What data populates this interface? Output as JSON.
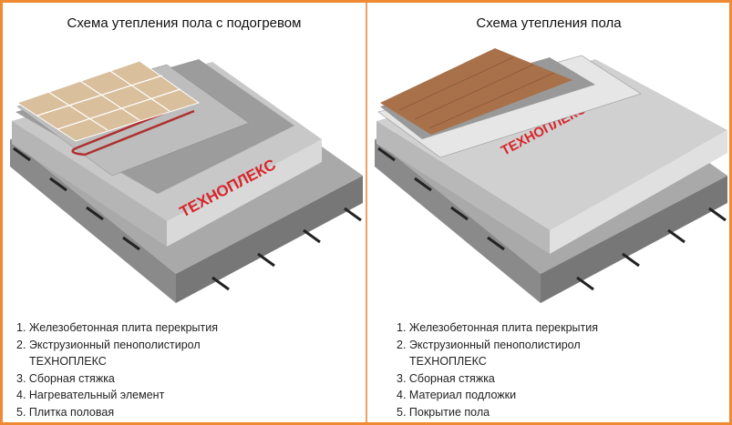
{
  "left": {
    "title": "Схема утепления пола с подогревом",
    "items": [
      "1. Железобетонная плита перекрытия",
      "2. Экструзионный пенополистирол",
      "ТЕХНОПЛЕКС",
      "3. Сборная стяжка",
      "4. Нагревательный элемент",
      "5. Плитка половая"
    ],
    "brand": "ТЕХНОПЛЕКС"
  },
  "right": {
    "title": "Схема утепления пола",
    "items": [
      "1. Железобетонная плита перекрытия",
      "2. Экструзионный пенополистирол",
      "ТЕХНОПЛЕКС",
      "3. Сборная стяжка",
      "4. Материал подложки",
      "5. Покрытие пола"
    ],
    "brand": "ТЕХНОПЛЕКС"
  },
  "colors": {
    "border": "#f08a32",
    "brand_red": "#d8262c",
    "concrete": "#8e8e8e"
  }
}
